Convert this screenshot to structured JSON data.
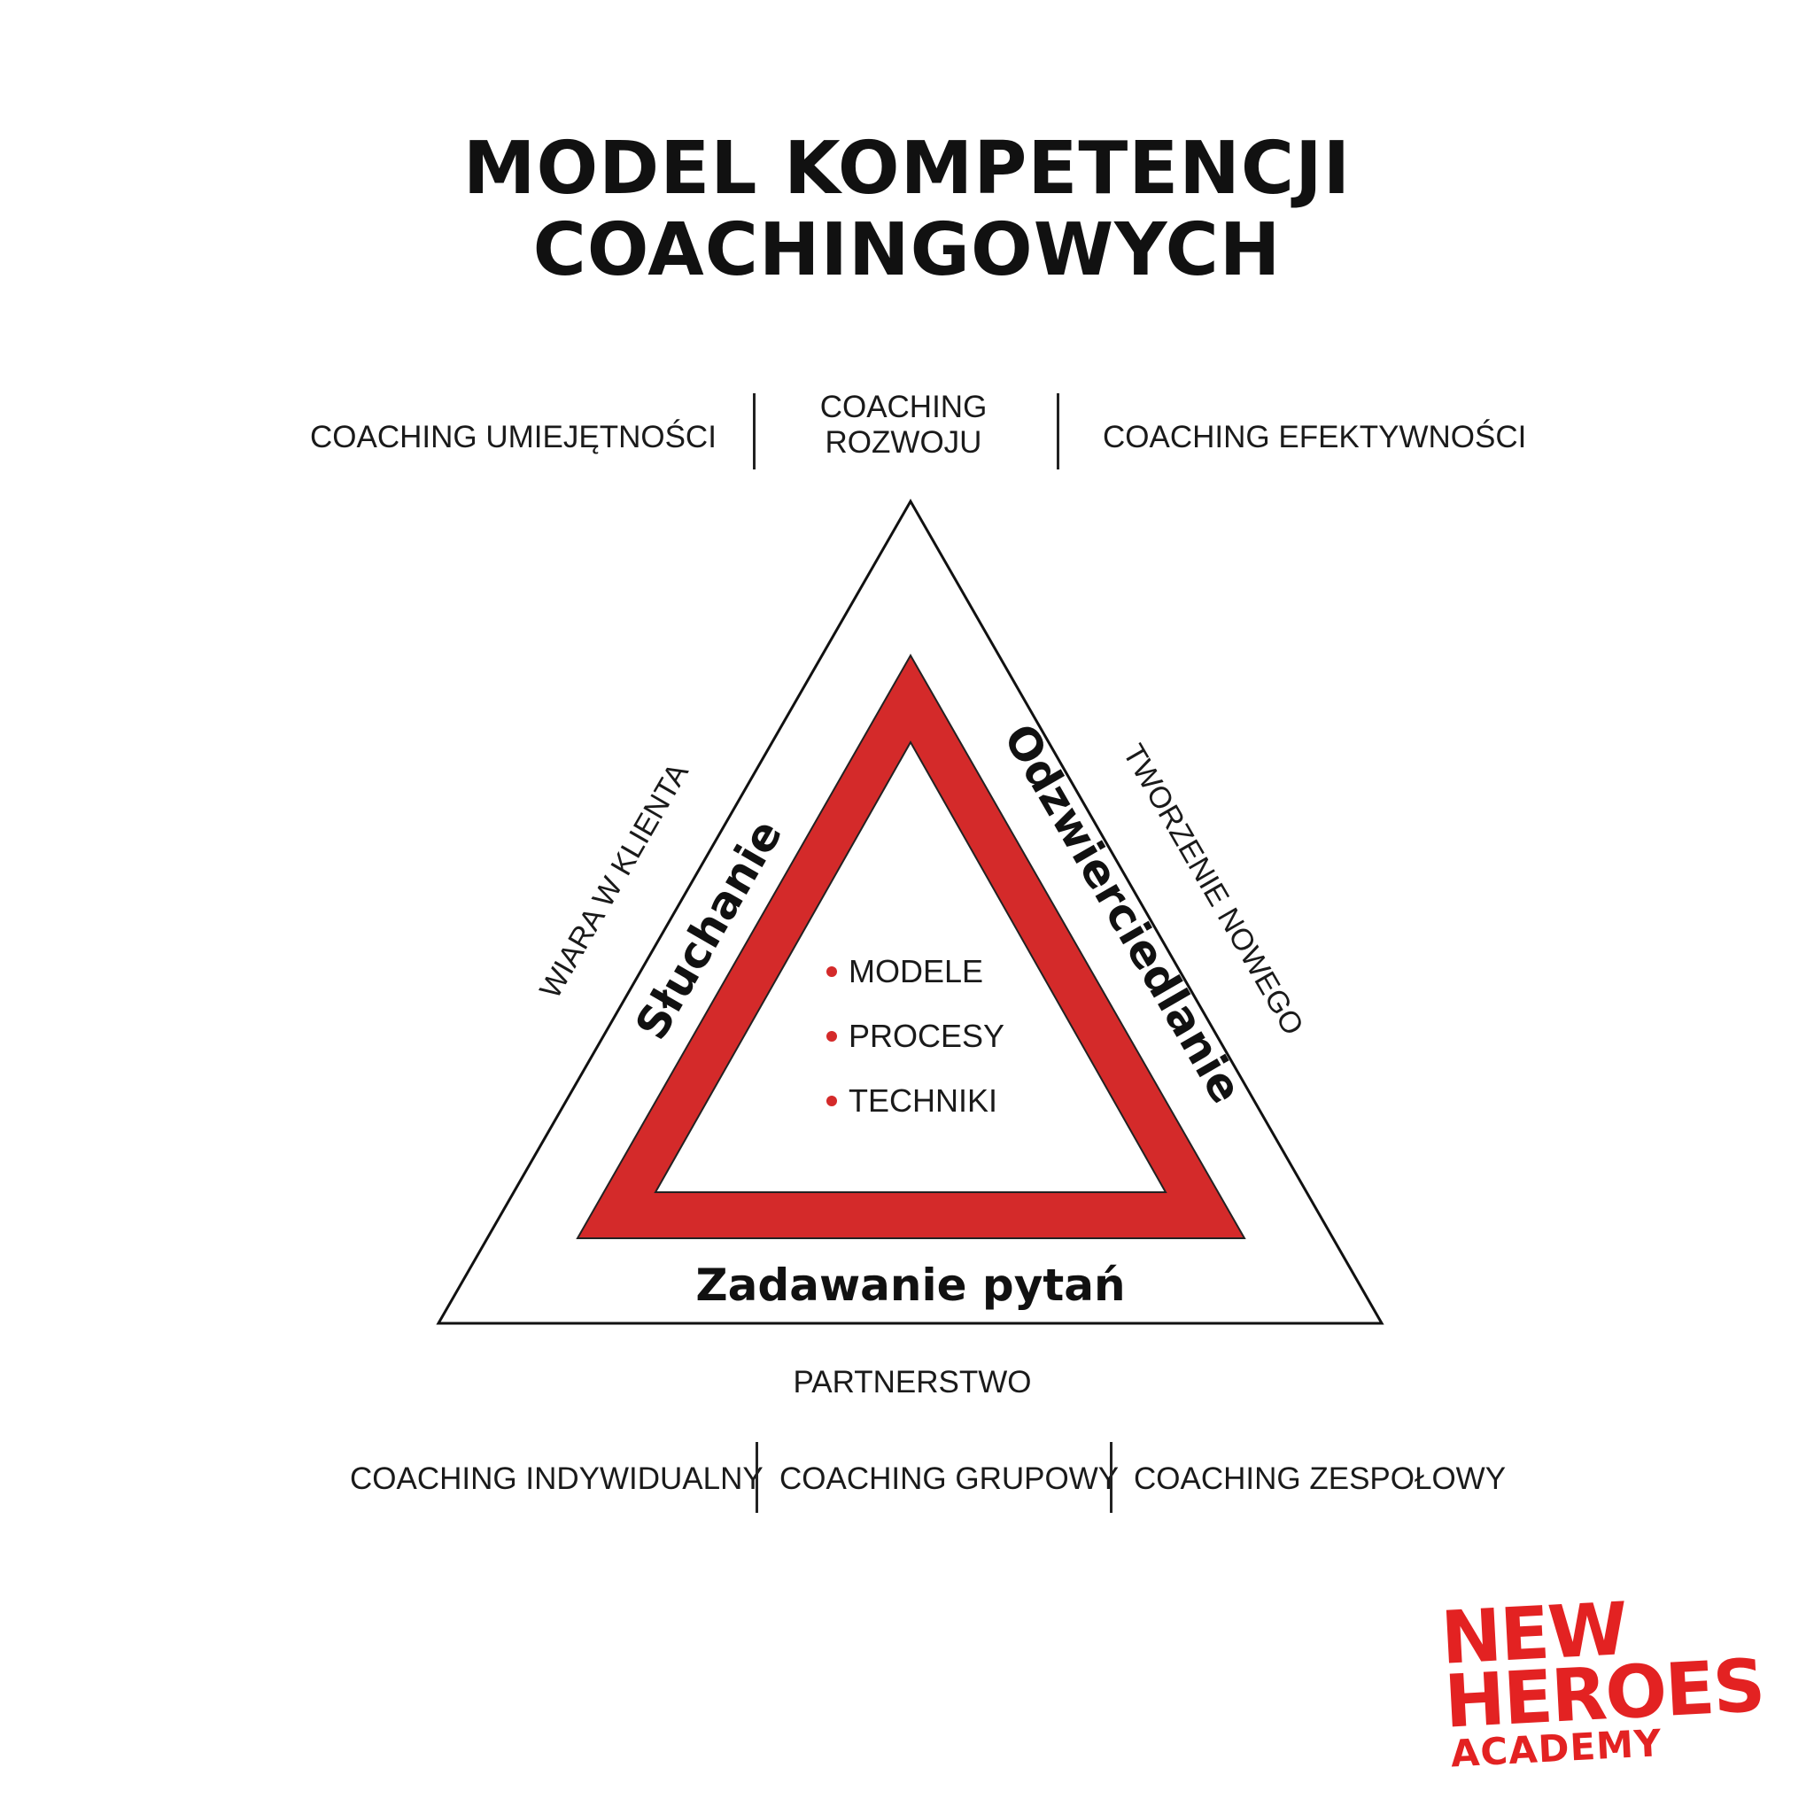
{
  "title": {
    "line1": "MODEL KOMPETENCJI",
    "line2": "COACHINGOWYCH"
  },
  "top_row": {
    "left": "COACHING UMIEJĘTNOŚCI",
    "center_line1": "COACHING",
    "center_line2": "ROZWOJU",
    "right": "COACHING EFEKTYWNOŚCI"
  },
  "outer_triangle": {
    "left_side": "WIARA W KLIENTA",
    "right_side": "TWORZENIE NOWEGO",
    "bottom": "PARTNERSTWO"
  },
  "inner_triangle": {
    "left_side": "Słuchanie",
    "right_side": "Odzwierciedlanie",
    "bottom": "Zadawanie pytań",
    "color": "#d42a2a"
  },
  "center_list": [
    "MODELE",
    "PROCESY",
    "TECHNIKI"
  ],
  "bottom_row": {
    "left": "COACHING INDYWIDUALNY",
    "center": "COACHING GRUPOWY",
    "right": "COACHING ZESPOŁOWY"
  },
  "logo": {
    "line1": "NEW",
    "line2": "HEROES",
    "line3": "ACADEMY",
    "color": "#e32222"
  }
}
